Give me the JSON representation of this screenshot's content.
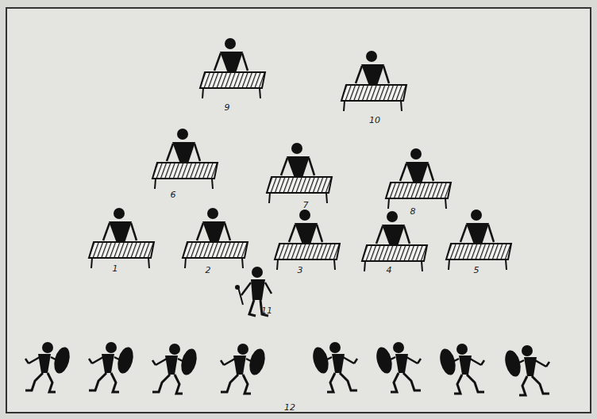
{
  "diagram": {
    "labels": [
      "9",
      "10",
      "6",
      "7",
      "8",
      "1",
      "2",
      "3",
      "4",
      "5",
      "11",
      "12"
    ]
  }
}
